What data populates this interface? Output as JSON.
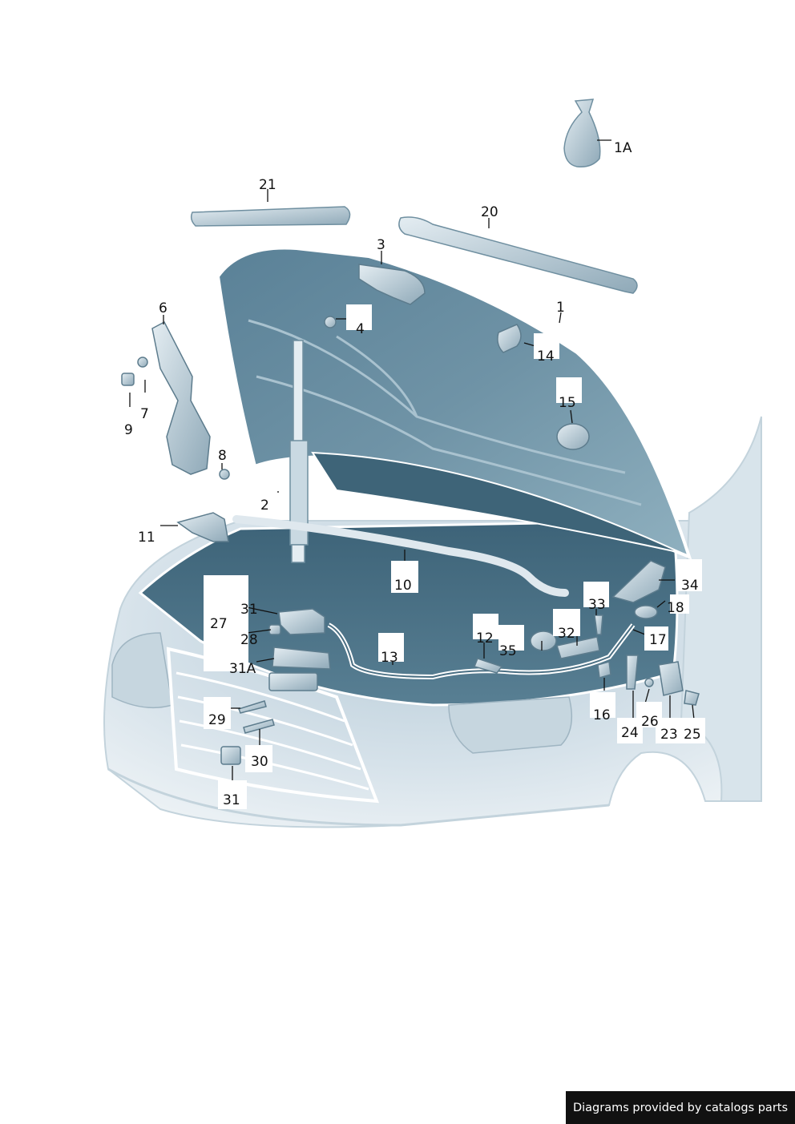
{
  "diagram": {
    "labels": [
      "1A",
      "21",
      "20",
      "3",
      "1",
      "4",
      "14",
      "6",
      "7",
      "9",
      "15",
      "8",
      "2",
      "11",
      "10",
      "34",
      "33",
      "18",
      "27",
      "31",
      "28",
      "32",
      "17",
      "12",
      "35",
      "13",
      "31A",
      "16",
      "29",
      "26",
      "24",
      "23",
      "25",
      "30",
      "31"
    ]
  },
  "footer": {
    "text": "Diagrams provided by catalogs parts"
  }
}
